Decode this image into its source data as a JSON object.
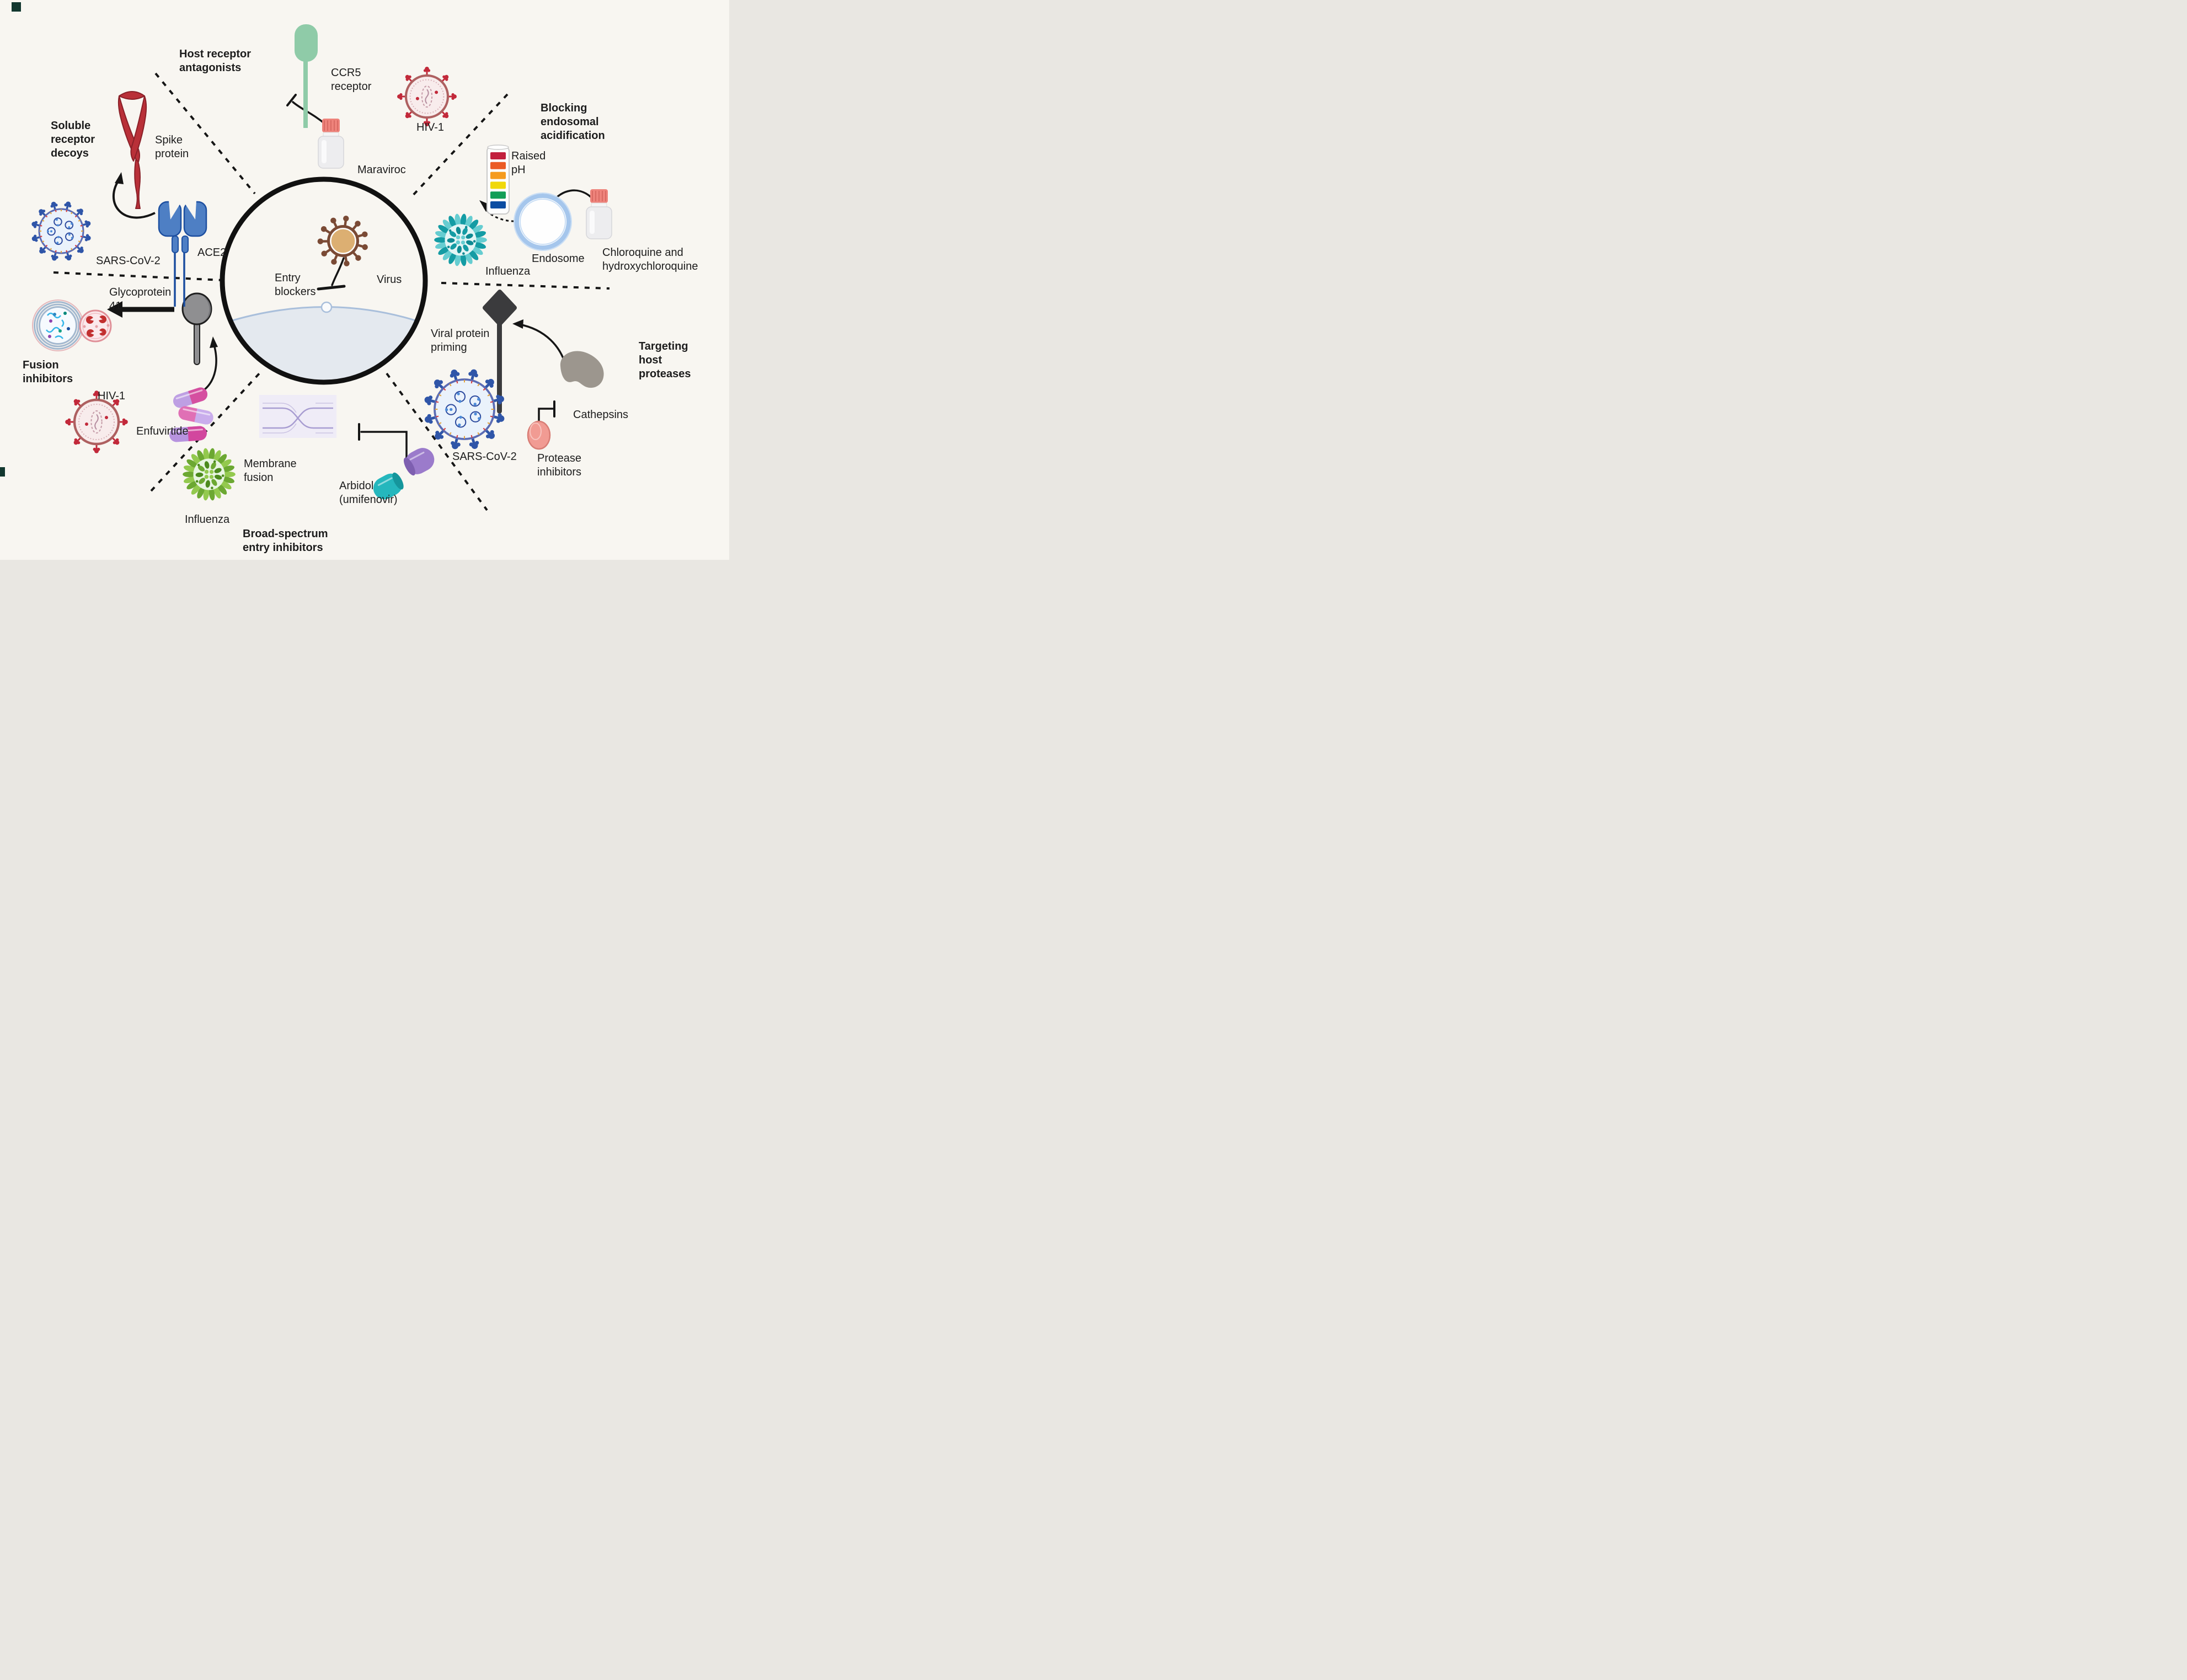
{
  "figure": {
    "type": "diagram",
    "subject": "Viral entry blockers and inhibition strategies",
    "background_color": "#F8F6F1"
  },
  "center": {
    "entry_blockers_label": "Entry\nblockers",
    "virus_label": "Virus"
  },
  "sectors": [
    {
      "id": "host-receptor-antagonists",
      "heading": "Host receptor\nantagonists",
      "receptor_label": "CCR5\nreceptor",
      "drug_label": "Maraviroc",
      "virus_label": "HIV-1"
    },
    {
      "id": "blocking-endosomal-acidification",
      "heading": "Blocking\nendosomal\nacidification",
      "ph_label": "Raised\npH",
      "organelle_label": "Endosome",
      "virus_label": "Influenza",
      "drug_label": "Chloroquine and\nhydroxychloroquine"
    },
    {
      "id": "targeting-host-proteases",
      "heading": "Targeting\nhost\nproteases",
      "priming_label": "Viral protein\npriming",
      "virus_label": "SARS-CoV-2",
      "enzyme_label": "Cathepsins",
      "drug_label": "Protease\ninhibitors"
    },
    {
      "id": "broad-spectrum-entry-inhibitors",
      "heading": "Broad-spectrum\nentry inhibitors",
      "process_label": "Membrane\nfusion",
      "virus_label": "Influenza",
      "drug_label": "Arbidol\n(umifenovir)"
    },
    {
      "id": "fusion-inhibitors",
      "heading": "Fusion\ninhibitors",
      "protein_label": "Glycoprotein\n41",
      "virus_label": "HIV-1",
      "drug_label": "Enfuvirtide"
    },
    {
      "id": "soluble-receptor-decoys",
      "heading": "Soluble\nreceptor\ndecoys",
      "protein_label": "Spike\nprotein",
      "virus_label": "SARS-CoV-2",
      "receptor_label": "ACE2"
    }
  ],
  "ph_strip_colors": [
    "#C2203E",
    "#EB5B25",
    "#F59B1E",
    "#F0D80A",
    "#129E57",
    "#0C4DA2"
  ],
  "colors": {
    "sars_cov_2_spike": "#2F55A8",
    "hiv_spike": "#C2293A",
    "influenza_teal": "#149CA4",
    "influenza_green": "#6CA832",
    "center_virus_brown": "#7A4A35",
    "ccr5_receptor_green": "#8FCBA8",
    "bottle_cap_salmon": "#EE837B",
    "spike_protein_red": "#B93038",
    "ace2_blue": "#4E7FC4",
    "endosome_blue": "#A5C6EC",
    "glycoprotein_gray": "#8F8F91",
    "priming_pin_dark": "#3B3B3D",
    "cathepsin_gray": "#9C968E",
    "protease_inhibitor_pink": "#F19B93",
    "membrane_panel_lavender": "#EFECF7",
    "pill_purple": "#B793DF",
    "pill_magenta": "#D2479E",
    "arbidol_teal": "#25B7BD",
    "arbidol_purple": "#9B7BCB"
  }
}
